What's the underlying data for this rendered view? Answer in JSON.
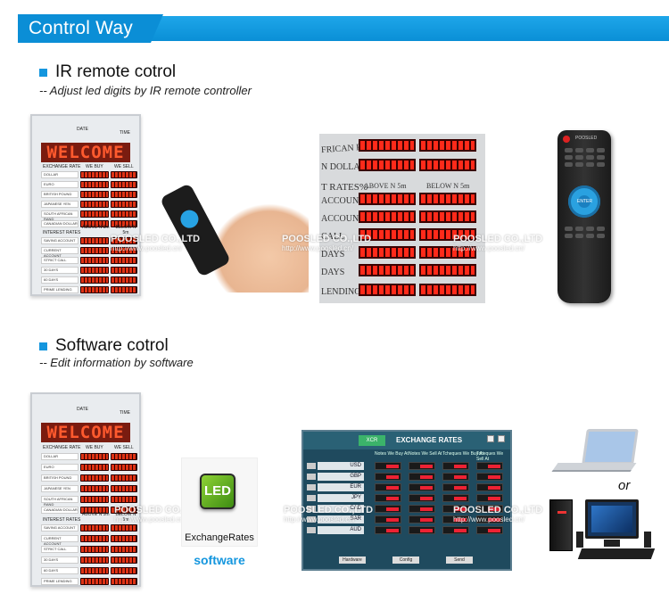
{
  "header": {
    "title": "Control Way"
  },
  "sections": [
    {
      "title": "IR remote cotrol",
      "subtitle": "-- Adjust led digits by IR remote controller"
    },
    {
      "title": "Software cotrol",
      "subtitle": "-- Edit information by software"
    }
  ],
  "watermark": {
    "brand": "POOSLED CO.,LTD",
    "url": "http://www.poosled.cn/"
  },
  "board": {
    "header_labels": [
      "DATE",
      "TIME"
    ],
    "welcome": "WELCOME",
    "col_left": "EXCHANGE RATE",
    "col_mid": "WE BUY",
    "col_right": "WE SELL",
    "currencies": [
      "DOLLAR",
      "EURO",
      "BRITISH POUND",
      "JAPANESE YEN",
      "SOUTH AFRICAN RAND",
      "CANADIAN DOLLAR"
    ],
    "interest_title": "INTEREST RATES",
    "interest_mid": "ABOVE N 5m",
    "interest_right": "BELOW N 5m",
    "interest_items": [
      "SAVING ACCOUNT",
      "CURRENT ACCOUNT",
      "STRICT CALL",
      "30 DAYS",
      "60 DAYS",
      "PRIME LENDING"
    ]
  },
  "closeup": {
    "rows": [
      "FRICAN RAND ZAR",
      "N DOLLAR CAD",
      "T RATES%",
      "ACCOUNT",
      "ACCOUNT",
      "CALL",
      "DAYS",
      "DAYS",
      "LENDING"
    ],
    "above": "ABOVE N 5m",
    "below": "BELOW N 5m"
  },
  "remote": {
    "brand": "POOSLED",
    "enter": "ENTER"
  },
  "software_icon": {
    "icon_text": "LED",
    "label": "ExchangeRates",
    "caption": "software"
  },
  "software_window": {
    "title": "EXCHANGE RATES",
    "logo": "XCR",
    "columns": [
      "Notes\nWe Buy At",
      "Notes\nWe Sell At",
      "Tcheques\nWe Buy At",
      "Tcheques\nWe Sell At"
    ],
    "currencies": [
      "USD",
      "GBP",
      "EUR",
      "JPY",
      "CAD",
      "SAR",
      "AUD"
    ],
    "buttons": [
      "Hardware",
      "Config",
      "Send"
    ]
  },
  "computers": {
    "or": "or"
  }
}
